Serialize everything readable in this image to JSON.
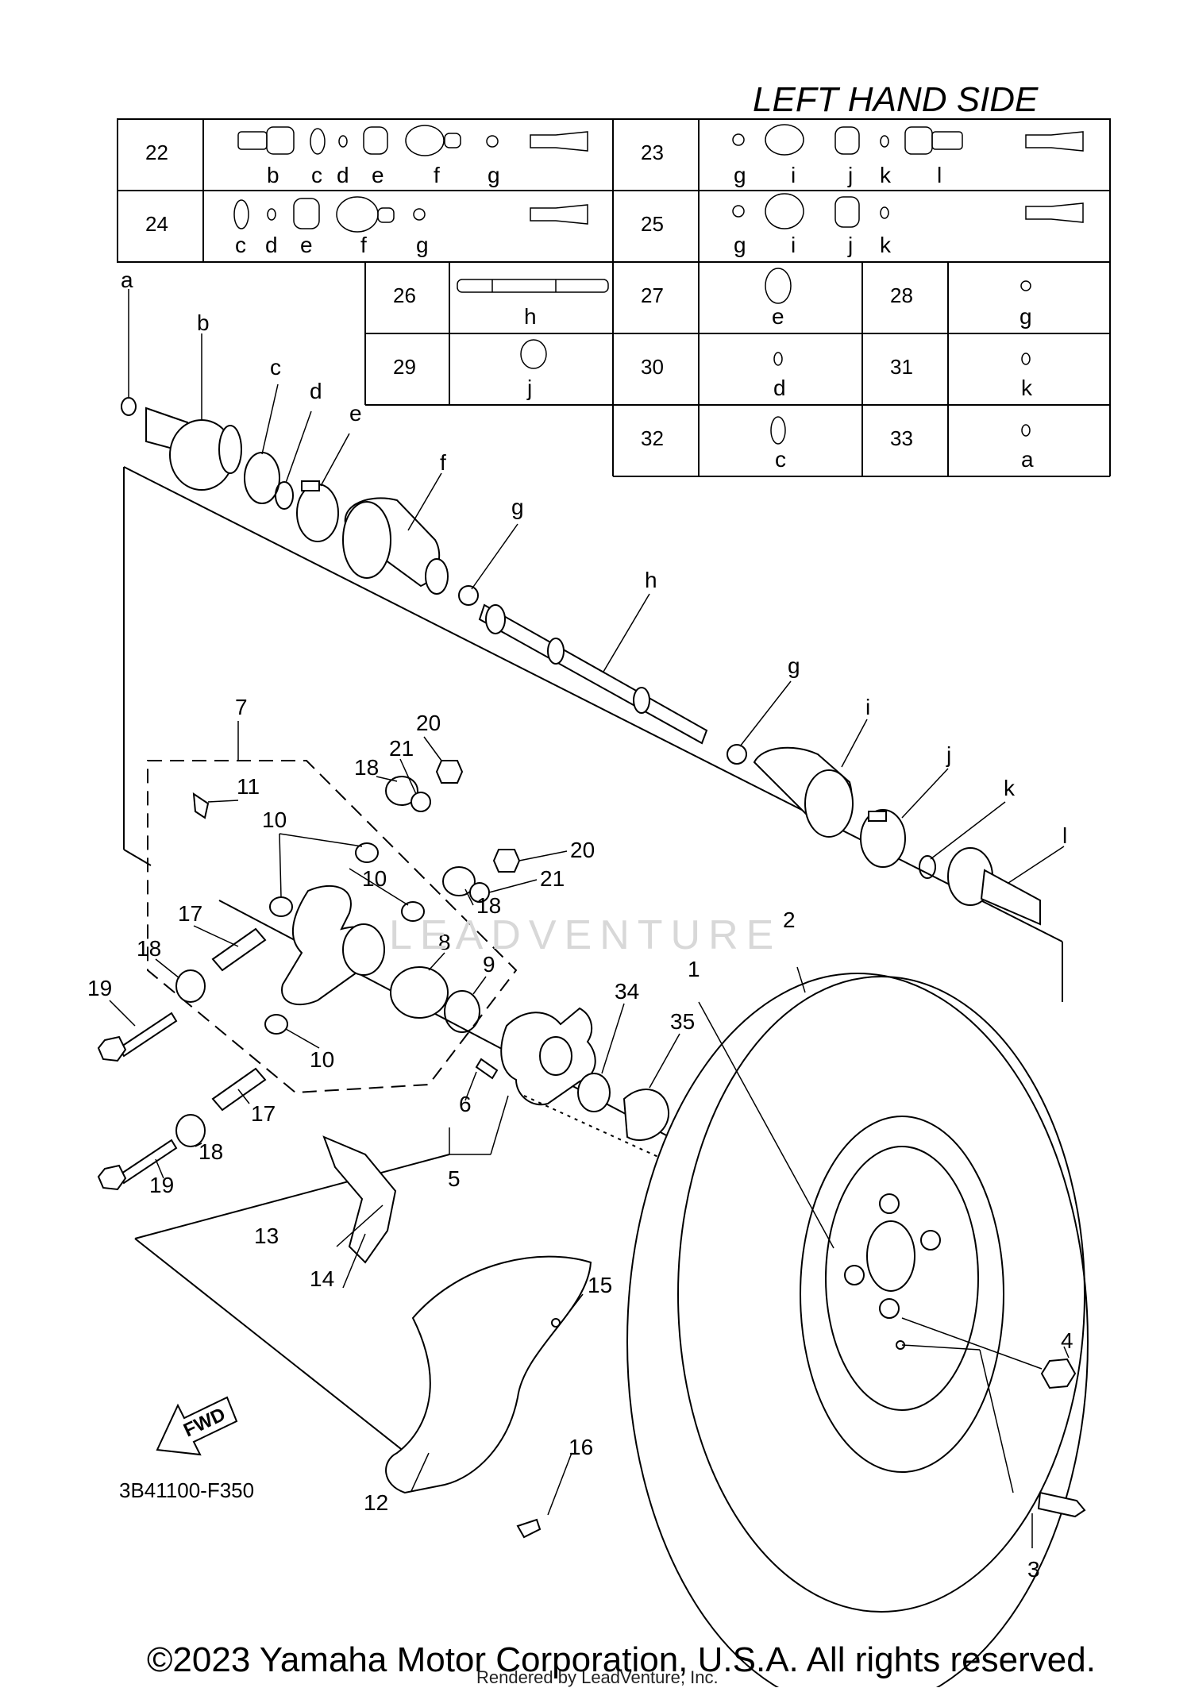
{
  "title": "LEFT HAND SIDE",
  "diagram_code": "3B41100-F350",
  "fwd_label": "FWD",
  "copyright": "©2023 Yamaha Motor Corporation, U.S.A. All rights reserved.",
  "rendered_by": "Rendered by LeadVenture, Inc.",
  "watermark": "LEADVENTURE",
  "kit_table": {
    "rows": [
      {
        "ref": "22",
        "letters": [
          "b",
          "c",
          "d",
          "e",
          "f",
          "g"
        ]
      },
      {
        "ref": "23",
        "letters": [
          "g",
          "i",
          "j",
          "k",
          "l"
        ]
      },
      {
        "ref": "24",
        "letters": [
          "c",
          "d",
          "e",
          "f",
          "g"
        ]
      },
      {
        "ref": "25",
        "letters": [
          "g",
          "i",
          "j",
          "k"
        ]
      },
      {
        "ref": "26",
        "letters": [
          "h"
        ]
      },
      {
        "ref": "27",
        "letters": [
          "e"
        ]
      },
      {
        "ref": "28",
        "letters": [
          "g"
        ]
      },
      {
        "ref": "29",
        "letters": [
          "j"
        ]
      },
      {
        "ref": "30",
        "letters": [
          "d"
        ]
      },
      {
        "ref": "31",
        "letters": [
          "k"
        ]
      },
      {
        "ref": "32",
        "letters": [
          "c"
        ]
      },
      {
        "ref": "33",
        "letters": [
          "a"
        ]
      }
    ]
  },
  "shaft_letters": [
    "a",
    "b",
    "c",
    "d",
    "e",
    "f",
    "g",
    "h",
    "g",
    "i",
    "j",
    "k",
    "l"
  ],
  "callouts": [
    "1",
    "2",
    "3",
    "4",
    "5",
    "6",
    "7",
    "8",
    "9",
    "10",
    "10",
    "10",
    "10",
    "11",
    "12",
    "13",
    "14",
    "15",
    "16",
    "17",
    "17",
    "18",
    "18",
    "18",
    "18",
    "19",
    "19",
    "20",
    "20",
    "21",
    "21",
    "34",
    "35"
  ]
}
